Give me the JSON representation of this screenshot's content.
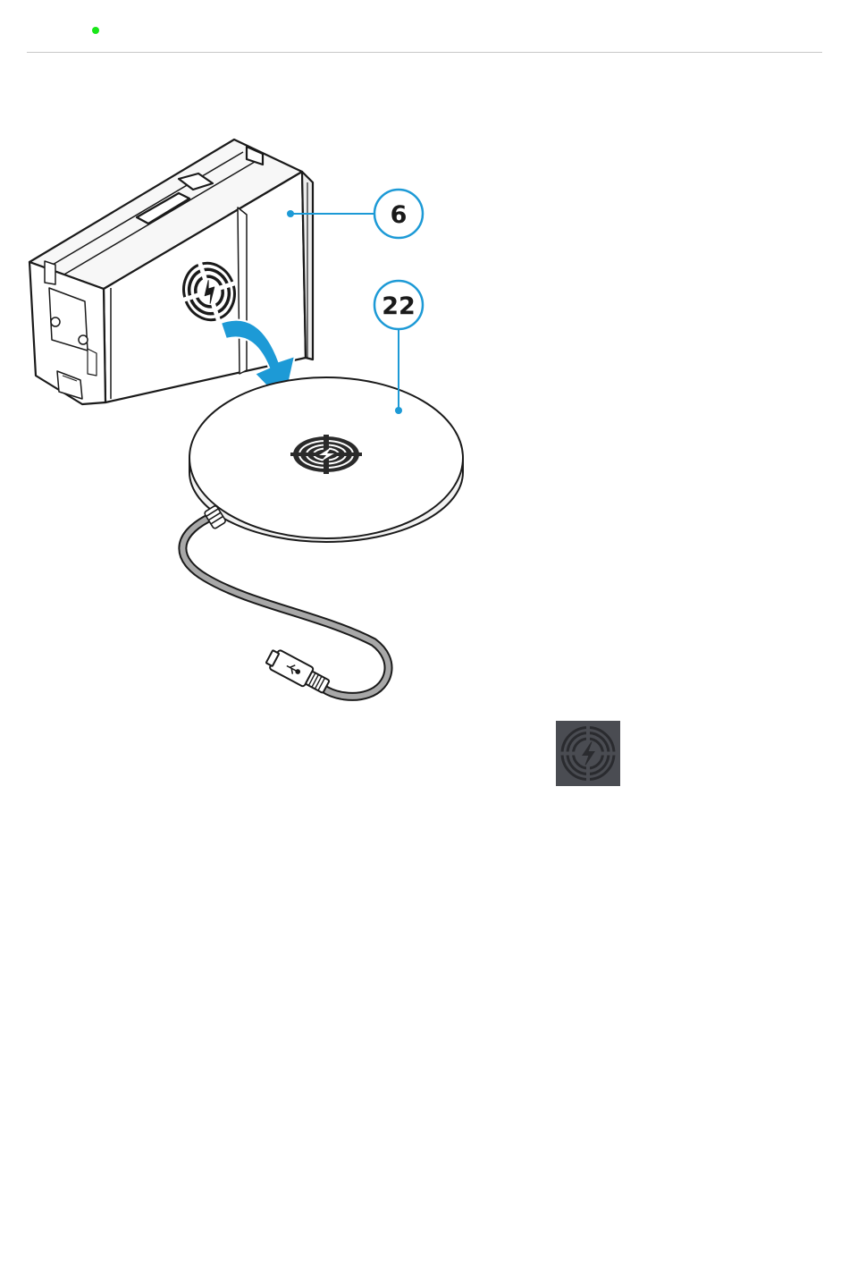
{
  "header": {
    "status_indicator": "green-dot-icon",
    "status_color": "#19e619"
  },
  "figure": {
    "callouts": [
      {
        "id": "6",
        "label": "6"
      },
      {
        "id": "22",
        "label": "22"
      }
    ],
    "callout_color": "#1d9ad6",
    "arrow_color": "#1d9ad6",
    "icons": [
      "battery-pack-icon",
      "wireless-charging-pad-icon",
      "curved-arrow-icon",
      "usb-cable-icon",
      "wireless-charging-symbol-icon"
    ]
  }
}
